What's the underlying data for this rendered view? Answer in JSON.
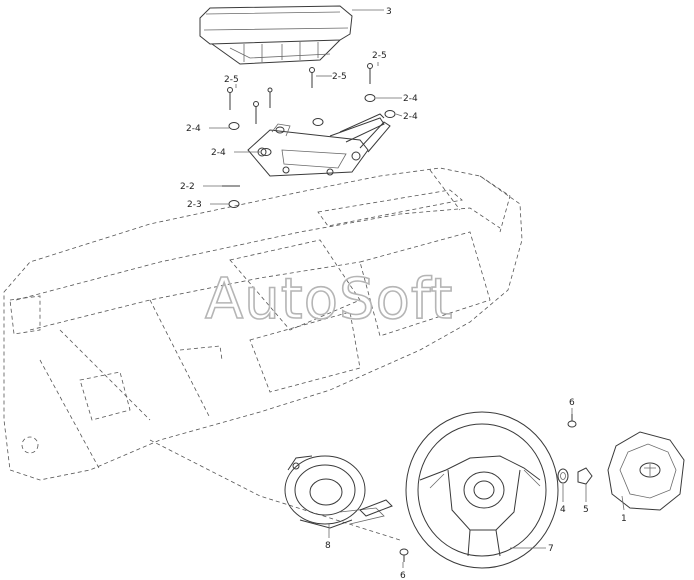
{
  "watermark": "AutoSoft",
  "callouts": [
    {
      "id": "airbag-passenger",
      "text": "3"
    },
    {
      "id": "bolt-top",
      "text": "2-5"
    },
    {
      "id": "bolt-left-top",
      "text": "2-5"
    },
    {
      "id": "bolt-mid",
      "text": "2-5"
    },
    {
      "id": "nut-right-1",
      "text": "2-4"
    },
    {
      "id": "nut-right-2",
      "text": "2-4"
    },
    {
      "id": "nut-left",
      "text": "2-4"
    },
    {
      "id": "nut-bracket",
      "text": "2-4"
    },
    {
      "id": "screw-side",
      "text": "2-2"
    },
    {
      "id": "washer-side",
      "text": "2-3"
    },
    {
      "id": "clockspring",
      "text": "8"
    },
    {
      "id": "steering-wheel",
      "text": "7"
    },
    {
      "id": "bolt-lower",
      "text": "6"
    },
    {
      "id": "bolt-upper",
      "text": "6"
    },
    {
      "id": "nut-wheel",
      "text": "4"
    },
    {
      "id": "connector",
      "text": "5"
    },
    {
      "id": "airbag-driver",
      "text": "1"
    }
  ]
}
